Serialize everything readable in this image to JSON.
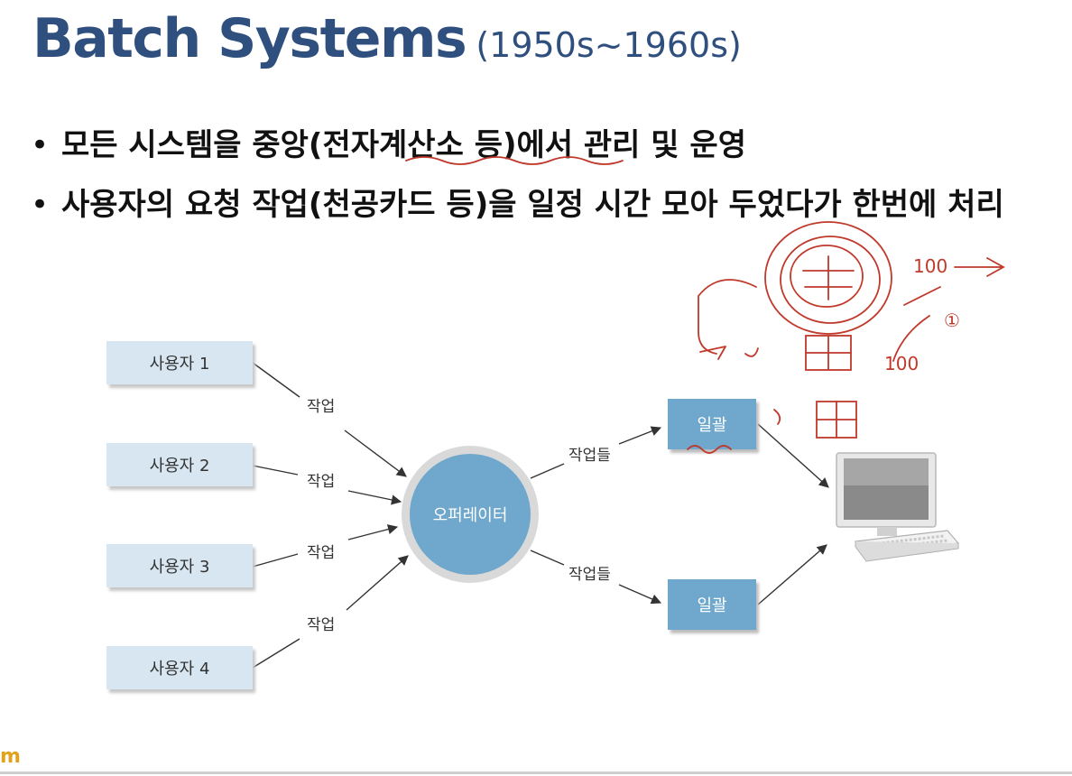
{
  "slide": {
    "title": "Batch Systems",
    "title_period": "(1950s~1960s)",
    "bullets": [
      "모든 시스템을 중앙(전자계산소 등)에서 관리 및 운영",
      "사용자의 요청 작업(천공카드 등)을 일정 시간 모아 두었다가 한번에 처리"
    ],
    "bullet_symbol": "•"
  },
  "diagram": {
    "users": [
      "사용자 1",
      "사용자 2",
      "사용자 3",
      "사용자 4"
    ],
    "user_edge_label": "작업",
    "operator": "오퍼레이터",
    "operator_edge_label": "작업들",
    "batch_label": "일괄",
    "computer": "computer-icon"
  },
  "annotations": {
    "handwritten_text": [
      "100",
      "①",
      "100"
    ],
    "ink_color": "#c0392b"
  },
  "colors": {
    "title": "#2f4f7f",
    "user_box": "#d7e6f0",
    "node_blue": "#6fa8cc",
    "ring_gray": "#d9d9d9"
  },
  "footer_logo": "m"
}
